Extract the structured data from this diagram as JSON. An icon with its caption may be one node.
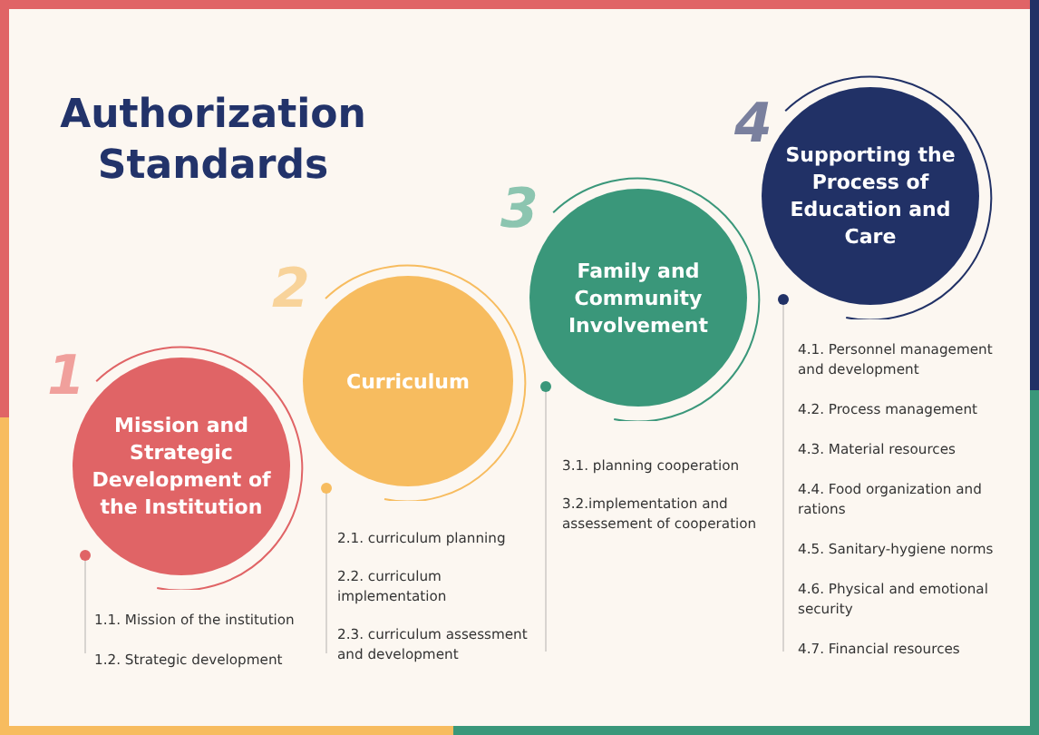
{
  "diagram": {
    "title": "Authorization Standards",
    "nodes": [
      {
        "text": [
          "Mission and Strategic Development of the Institution"
        ],
        "beside": [
          "1",
          "1.1. Mission of the institution",
          "1.2. Strategic development"
        ]
      },
      {
        "text": [
          "Curriculum"
        ],
        "beside": [
          "2",
          "2.1. curriculum planning",
          "2.2. curriculum implementation",
          "2.3. curriculum assessment and development"
        ]
      },
      {
        "text": [
          "Family and Community Involvement"
        ],
        "beside": [
          "3",
          "3.1. planning cooperation",
          "3.2.implementation and assessement of cooperation"
        ]
      },
      {
        "text": [
          "Supporting the Process of Education and Care"
        ],
        "beside": [
          "4",
          "4.1. Personnel management and development",
          "4.2. Process management",
          "4.3. Material resources",
          "4.4.  Food organization and rations",
          "4.5. Sanitary-hygiene norms",
          "4.6. Physical and emotional security",
          "4.7. Financial resources"
        ]
      }
    ],
    "edges": []
  }
}
